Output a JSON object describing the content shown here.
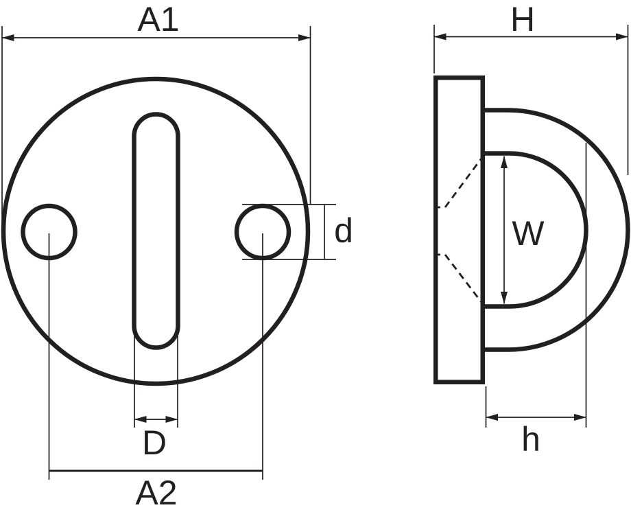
{
  "colors": {
    "line": "#231f20",
    "background": "#ffffff"
  },
  "front_view": {
    "dim_a1": "A1",
    "dim_d": "d",
    "dim_D": "D",
    "dim_a2": "A2"
  },
  "side_view": {
    "dim_H": "H",
    "dim_W": "W",
    "dim_h": "h"
  }
}
